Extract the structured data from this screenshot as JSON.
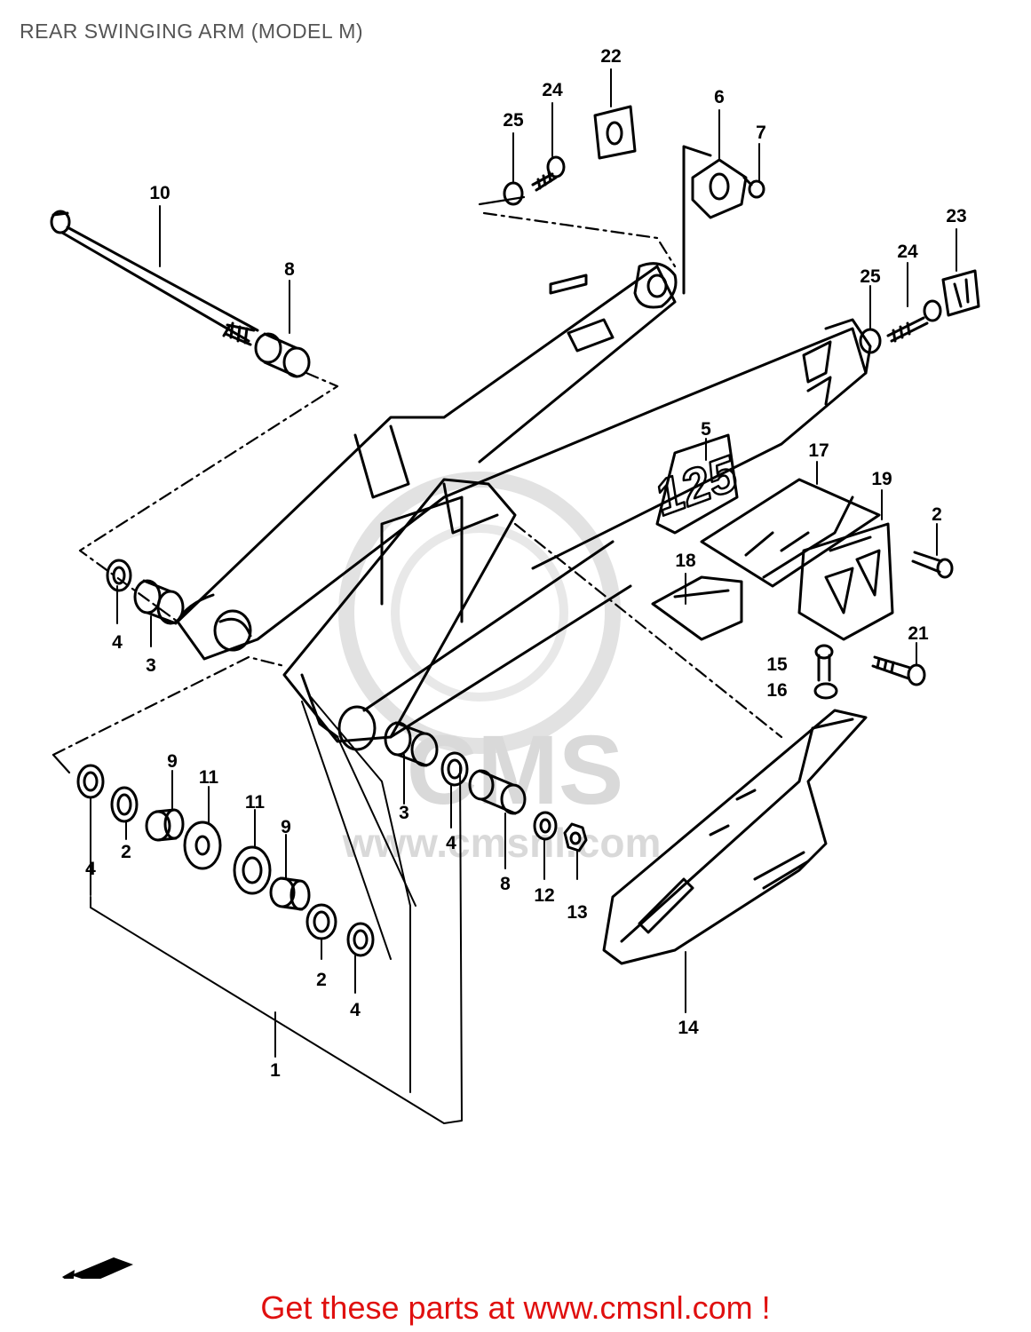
{
  "page": {
    "title": "REAR SWINGING ARM (MODEL M)",
    "footer_link": "Get these parts at www.cmsnl.com !",
    "footer_color": "#e0100f"
  },
  "watermark": {
    "brand": "CMS",
    "url": "www.cmsnl.com"
  },
  "diagram": {
    "model_marking": "125",
    "part_labels": [
      {
        "id": "label-22",
        "number": "22"
      },
      {
        "id": "label-24-top",
        "number": "24"
      },
      {
        "id": "label-25-top",
        "number": "25"
      },
      {
        "id": "label-6",
        "number": "6"
      },
      {
        "id": "label-7",
        "number": "7"
      },
      {
        "id": "label-10",
        "number": "10"
      },
      {
        "id": "label-8-top",
        "number": "8"
      },
      {
        "id": "label-23",
        "number": "23"
      },
      {
        "id": "label-24-right",
        "number": "24"
      },
      {
        "id": "label-25-right",
        "number": "25"
      },
      {
        "id": "label-5",
        "number": "5"
      },
      {
        "id": "label-17",
        "number": "17"
      },
      {
        "id": "label-19",
        "number": "19"
      },
      {
        "id": "label-20",
        "number": "2"
      },
      {
        "id": "label-18",
        "number": "18"
      },
      {
        "id": "label-21",
        "number": "21"
      },
      {
        "id": "label-15",
        "number": "15"
      },
      {
        "id": "label-16",
        "number": "16"
      },
      {
        "id": "label-4-left",
        "number": "4"
      },
      {
        "id": "label-3-left",
        "number": "3"
      },
      {
        "id": "label-9-left",
        "number": "9"
      },
      {
        "id": "label-11-left",
        "number": "11"
      },
      {
        "id": "label-11-mid",
        "number": "11"
      },
      {
        "id": "label-9-mid",
        "number": "9"
      },
      {
        "id": "label-4-lower",
        "number": "4"
      },
      {
        "id": "label-2-left",
        "number": "2"
      },
      {
        "id": "label-3-mid",
        "number": "3"
      },
      {
        "id": "label-4-mid",
        "number": "4"
      },
      {
        "id": "label-8-mid",
        "number": "8"
      },
      {
        "id": "label-12",
        "number": "12"
      },
      {
        "id": "label-13",
        "number": "13"
      },
      {
        "id": "label-2-lower",
        "number": "2"
      },
      {
        "id": "label-4-bottom",
        "number": "4"
      },
      {
        "id": "label-14",
        "number": "14"
      },
      {
        "id": "label-1",
        "number": "1"
      }
    ]
  }
}
